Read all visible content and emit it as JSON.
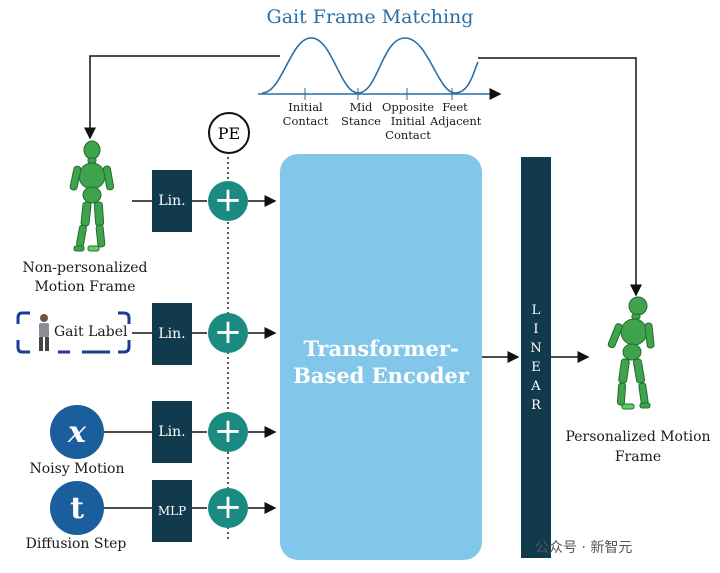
{
  "title": "Gait Frame Matching",
  "gait_ticks": [
    "Initial\nContact",
    "Mid\nStance",
    "Opposite\nInitial\nContact",
    "Feet\nAdjacent"
  ],
  "inputs": [
    {
      "label": "Non-personalized\nMotion Frame",
      "block": "Lin."
    },
    {
      "label": "Gait Label",
      "block": "Lin."
    },
    {
      "label": "Noisy Motion",
      "block": "Lin.",
      "icon_text": "x"
    },
    {
      "label": "Diffusion Step",
      "block": "MLP",
      "icon_text": "t"
    }
  ],
  "pe_label": "PE",
  "encoder_label": "Transformer-\nBased Encoder",
  "linear_letters": [
    "L",
    "I",
    "N",
    "E",
    "A",
    "R"
  ],
  "output_label": "Personalized Motion\nFrame",
  "watermark": "公众号 · 新智元",
  "colors": {
    "dark_block": "#123a4d",
    "adder": "#1b8a80",
    "encoder": "#82c7ea",
    "icon_blue": "#1a5e9e",
    "title_blue": "#2a6fa6",
    "figure_green": "#3fa34d"
  },
  "icons": [
    "humanoid-figure-icon",
    "person-icon",
    "plus-icon"
  ]
}
